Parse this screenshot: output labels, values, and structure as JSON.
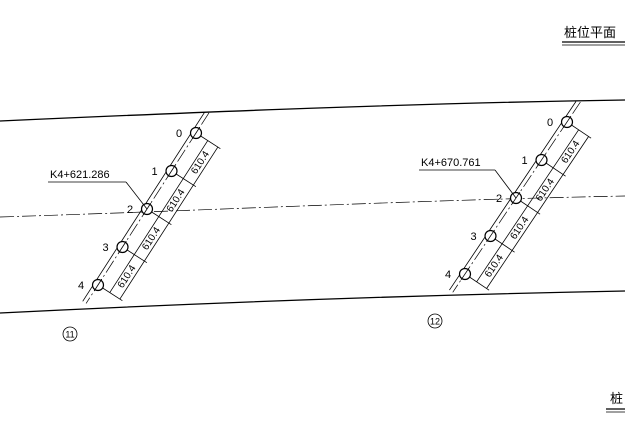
{
  "title_top": "桩位平面",
  "title_bottom": "桩",
  "groups": [
    {
      "station": "K4+621.286",
      "axis_number": "11",
      "pile_ids": [
        "0",
        "1",
        "2",
        "3",
        "4"
      ],
      "spacings": [
        "610.4",
        "610.4",
        "610.4",
        "610.4"
      ]
    },
    {
      "station": "K4+670.761",
      "axis_number": "12",
      "pile_ids": [
        "0",
        "1",
        "2",
        "3",
        "4"
      ],
      "spacings": [
        "610.4",
        "610.4",
        "610.4",
        "610.4"
      ]
    }
  ]
}
